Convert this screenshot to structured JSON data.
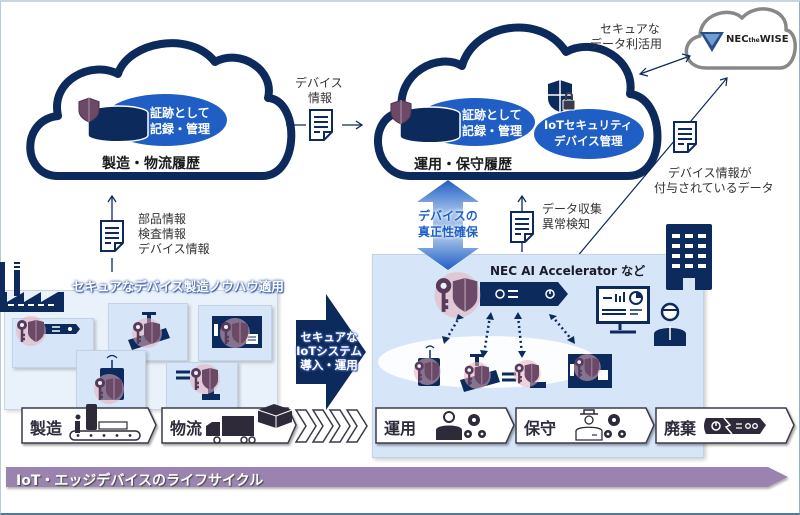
{
  "diagram": {
    "colors": {
      "navy": "#0d2a5c",
      "blue_oval": "#1f5ec4",
      "light_panel": "#d6e6f8",
      "lifecycle_bar": "#9b83b0",
      "shield": "#6a4a66",
      "device_glow": "#d88a98"
    },
    "cloud_manufacturing": {
      "label": "製造・物流履歴",
      "oval_line1": "証跡として",
      "oval_line2": "記録・管理"
    },
    "cloud_operation": {
      "label": "運用・保守履歴",
      "oval1_line1": "証跡として",
      "oval1_line2": "記録・管理",
      "oval2_line1": "IoTセキュリティ",
      "oval2_line2": "デバイス管理"
    },
    "cloud_wise": {
      "logo_text_nec": "NEC",
      "logo_text_the": "the",
      "logo_text_wise": "WISE"
    },
    "device_info_arrow": {
      "line1": "デバイス",
      "line2": "情報"
    },
    "secure_data_use": {
      "line1": "セキュアな",
      "line2": "データ利活用"
    },
    "data_with_device_info": {
      "line1": "デバイス情報が",
      "line2": "付与されているデータ"
    },
    "manufacturing_info": {
      "line1": "部品情報",
      "line2": "検査情報",
      "line3": "デバイス情報"
    },
    "data_collection": {
      "line1": "データ収集",
      "line2": "異常検知"
    },
    "authenticity": {
      "line1": "デバイスの",
      "line2": "真正性確保"
    },
    "secure_manufacturing_banner": "セキュアなデバイス製造ノウハウ適用",
    "secure_iot_arrow": {
      "line1": "セキュアな",
      "line2": "IoTシステム",
      "line3": "導入・運用"
    },
    "gateway_label": "NEC AI Accelerator など",
    "stages": [
      {
        "label": "製造",
        "icon": "conveyor-worker-icon"
      },
      {
        "label": "物流",
        "icon": "truck-box-icon"
      },
      {
        "label": "運用",
        "icon": "operator-gears-icon"
      },
      {
        "label": "保守",
        "icon": "maintenance-worker-gears-icon"
      },
      {
        "label": "廃棄",
        "icon": "broken-device-icon"
      }
    ],
    "lifecycle_label": "IoT・エッジデバイスのライフサイクル"
  }
}
